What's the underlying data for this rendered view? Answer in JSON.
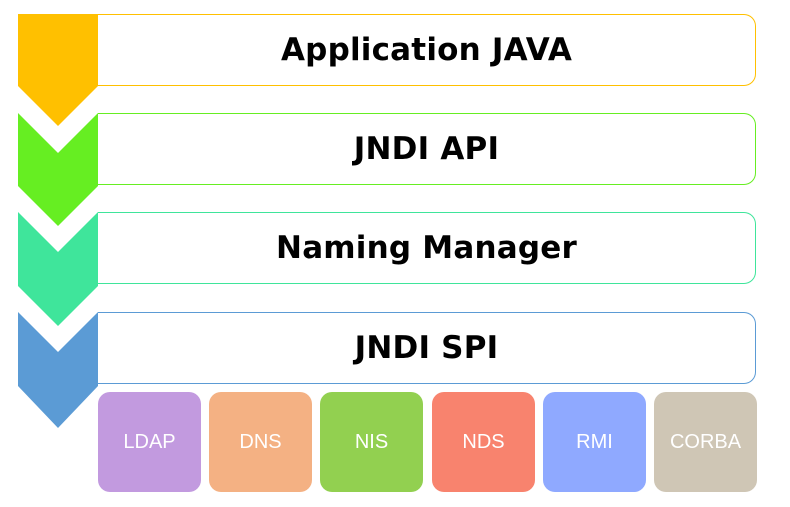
{
  "diagram": {
    "layers": [
      {
        "label": "Application JAVA",
        "color": "#FFC000"
      },
      {
        "label": "JNDI API",
        "color": "#66EE22"
      },
      {
        "label": "Naming Manager",
        "color": "#3FE59B"
      },
      {
        "label": "JNDI SPI",
        "color": "#5B9BD5"
      }
    ],
    "providers": [
      {
        "label": "LDAP",
        "color": "#C29ADF"
      },
      {
        "label": "DNS",
        "color": "#F4B183"
      },
      {
        "label": "NIS",
        "color": "#92D050"
      },
      {
        "label": "NDS",
        "color": "#F8836E"
      },
      {
        "label": "RMI",
        "color": "#8FA9FF"
      },
      {
        "label": "CORBA",
        "color": "#CFC6B5"
      }
    ]
  }
}
